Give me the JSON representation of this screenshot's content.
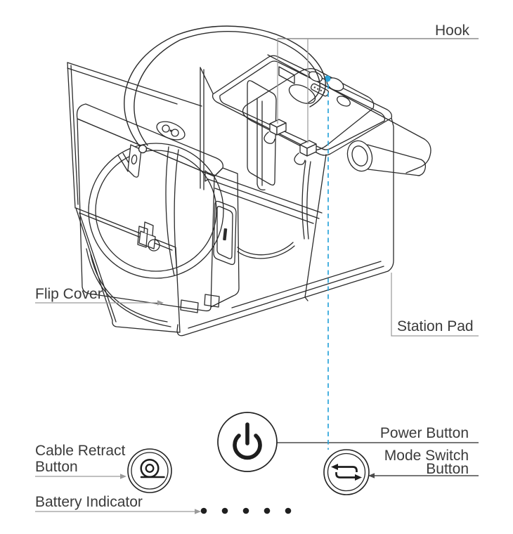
{
  "labels": {
    "hook": "Hook",
    "flip_cover": "Flip Cover",
    "station_pad": "Station Pad",
    "power_button": "Power Button",
    "mode_switch_line1": "Mode Switch",
    "mode_switch_line2": "Button",
    "cable_retract_line1": "Cable Retract",
    "cable_retract_line2": "Button",
    "battery_indicator": "Battery Indicator"
  },
  "battery_indicator_dots": 5,
  "device_panel_led_dots": 4,
  "icons": {
    "power": "power-icon",
    "mode_switch": "mode-switch-arrows-icon",
    "cable_retract": "cable-coil-icon",
    "device_power_led": "blue-led-dot"
  },
  "colors": {
    "line": "#2b2b2b",
    "label_text": "#3b3b3b",
    "leader": "#9a9a9a",
    "underline": "#757575",
    "dark_leader": "#4a4a4a",
    "accent_blue": "#2ba4da",
    "dot": "#1f1f1f"
  }
}
